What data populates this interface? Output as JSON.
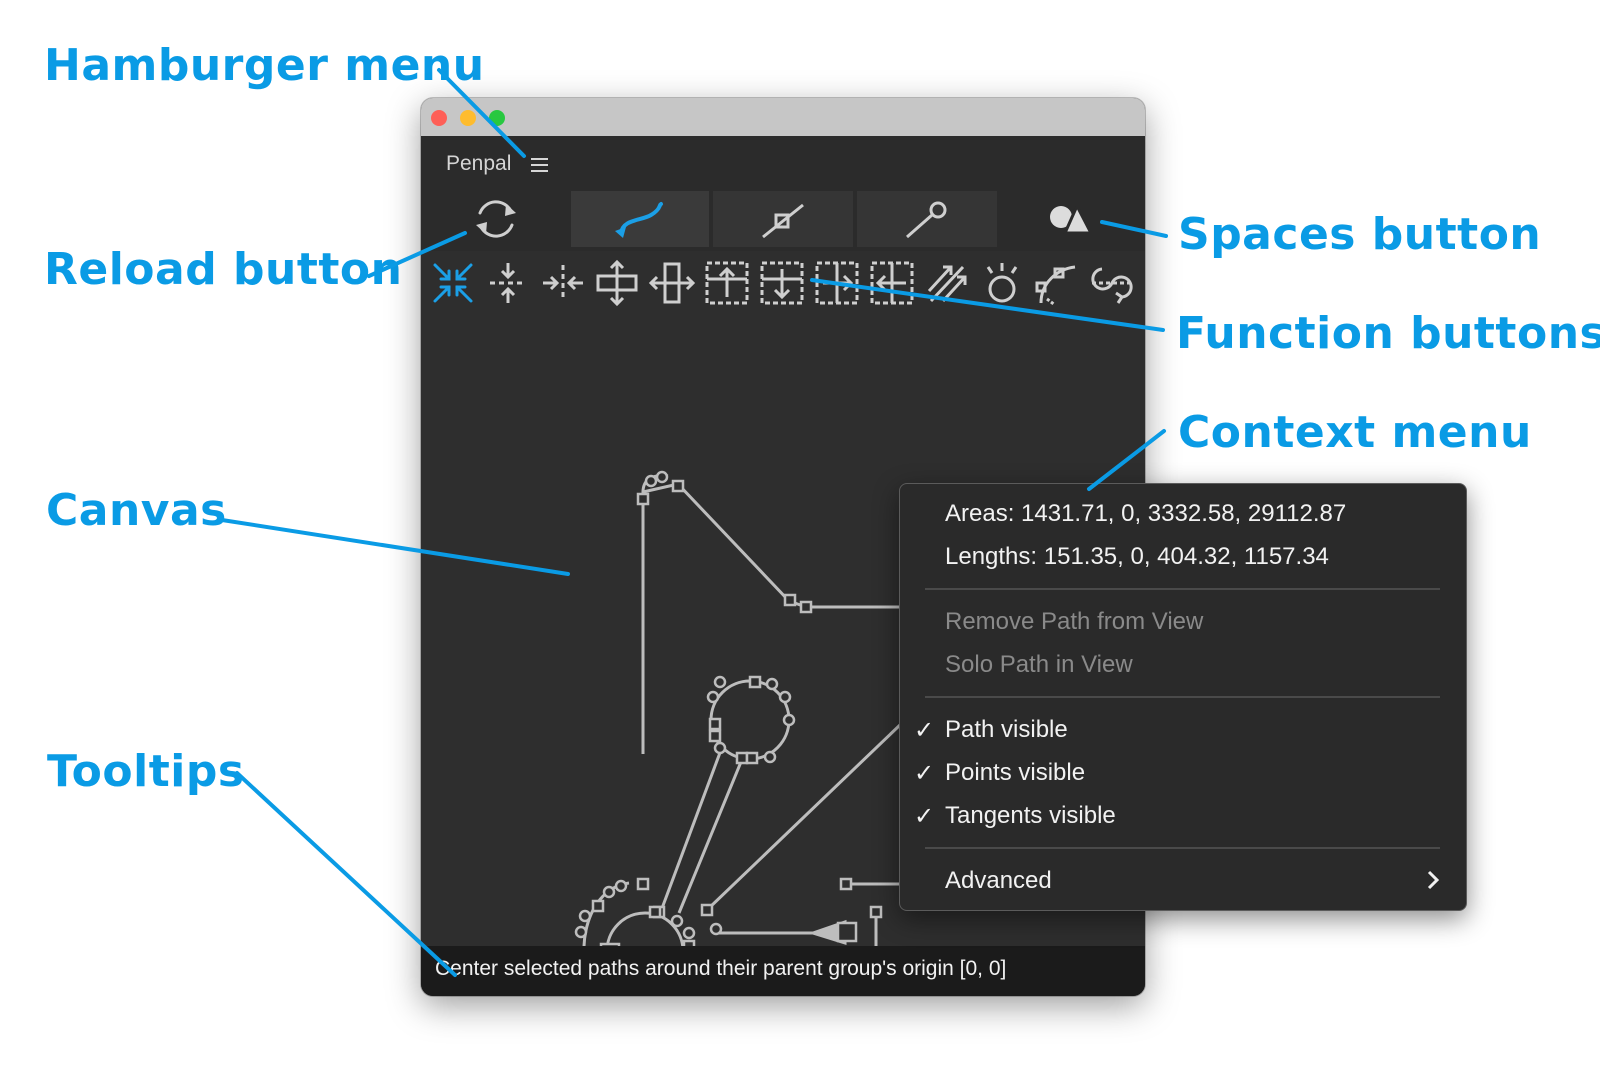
{
  "callouts": {
    "hamburger_menu": "Hamburger menu",
    "reload_button": "Reload button",
    "canvas": "Canvas",
    "tooltips": "Tooltips",
    "spaces_button": "Spaces button",
    "function_buttons": "Function buttons",
    "context_menu": "Context menu"
  },
  "window": {
    "title": "Penpal"
  },
  "tooltip": {
    "text": "Center selected paths around their parent group's origin [0, 0]"
  },
  "context_menu": {
    "areas": "Areas: 1431.71, 0, 3332.58, 29112.87",
    "lengths": "Lengths: 151.35, 0, 404.32, 1157.34",
    "remove_path": "Remove Path from View",
    "solo_path": "Solo Path in View",
    "path_visible": "Path visible",
    "points_visible": "Points visible",
    "tangents_visible": "Tangents visible",
    "check_mark": "✓",
    "advanced": "Advanced"
  },
  "colors": {
    "accent": "#0a9be5",
    "panel": "#2e2e2e",
    "path_stroke": "#bdbdbd"
  },
  "icons": {
    "tabs": [
      "reload-icon",
      "curve-path-icon",
      "tangent-icon",
      "pin-icon",
      "spaces-shapes-icon"
    ],
    "functions": [
      "center-compress-icon",
      "collapse-vertical-icon",
      "collapse-horizontal-icon",
      "move-vertical-icon",
      "move-horizontal-icon",
      "align-top-icon",
      "align-bottom-icon",
      "align-right-icon",
      "align-left-icon",
      "tangent-arrows-icon",
      "point-rotate-icon",
      "curve-smooth-icon",
      "path-reverse-icon"
    ]
  }
}
